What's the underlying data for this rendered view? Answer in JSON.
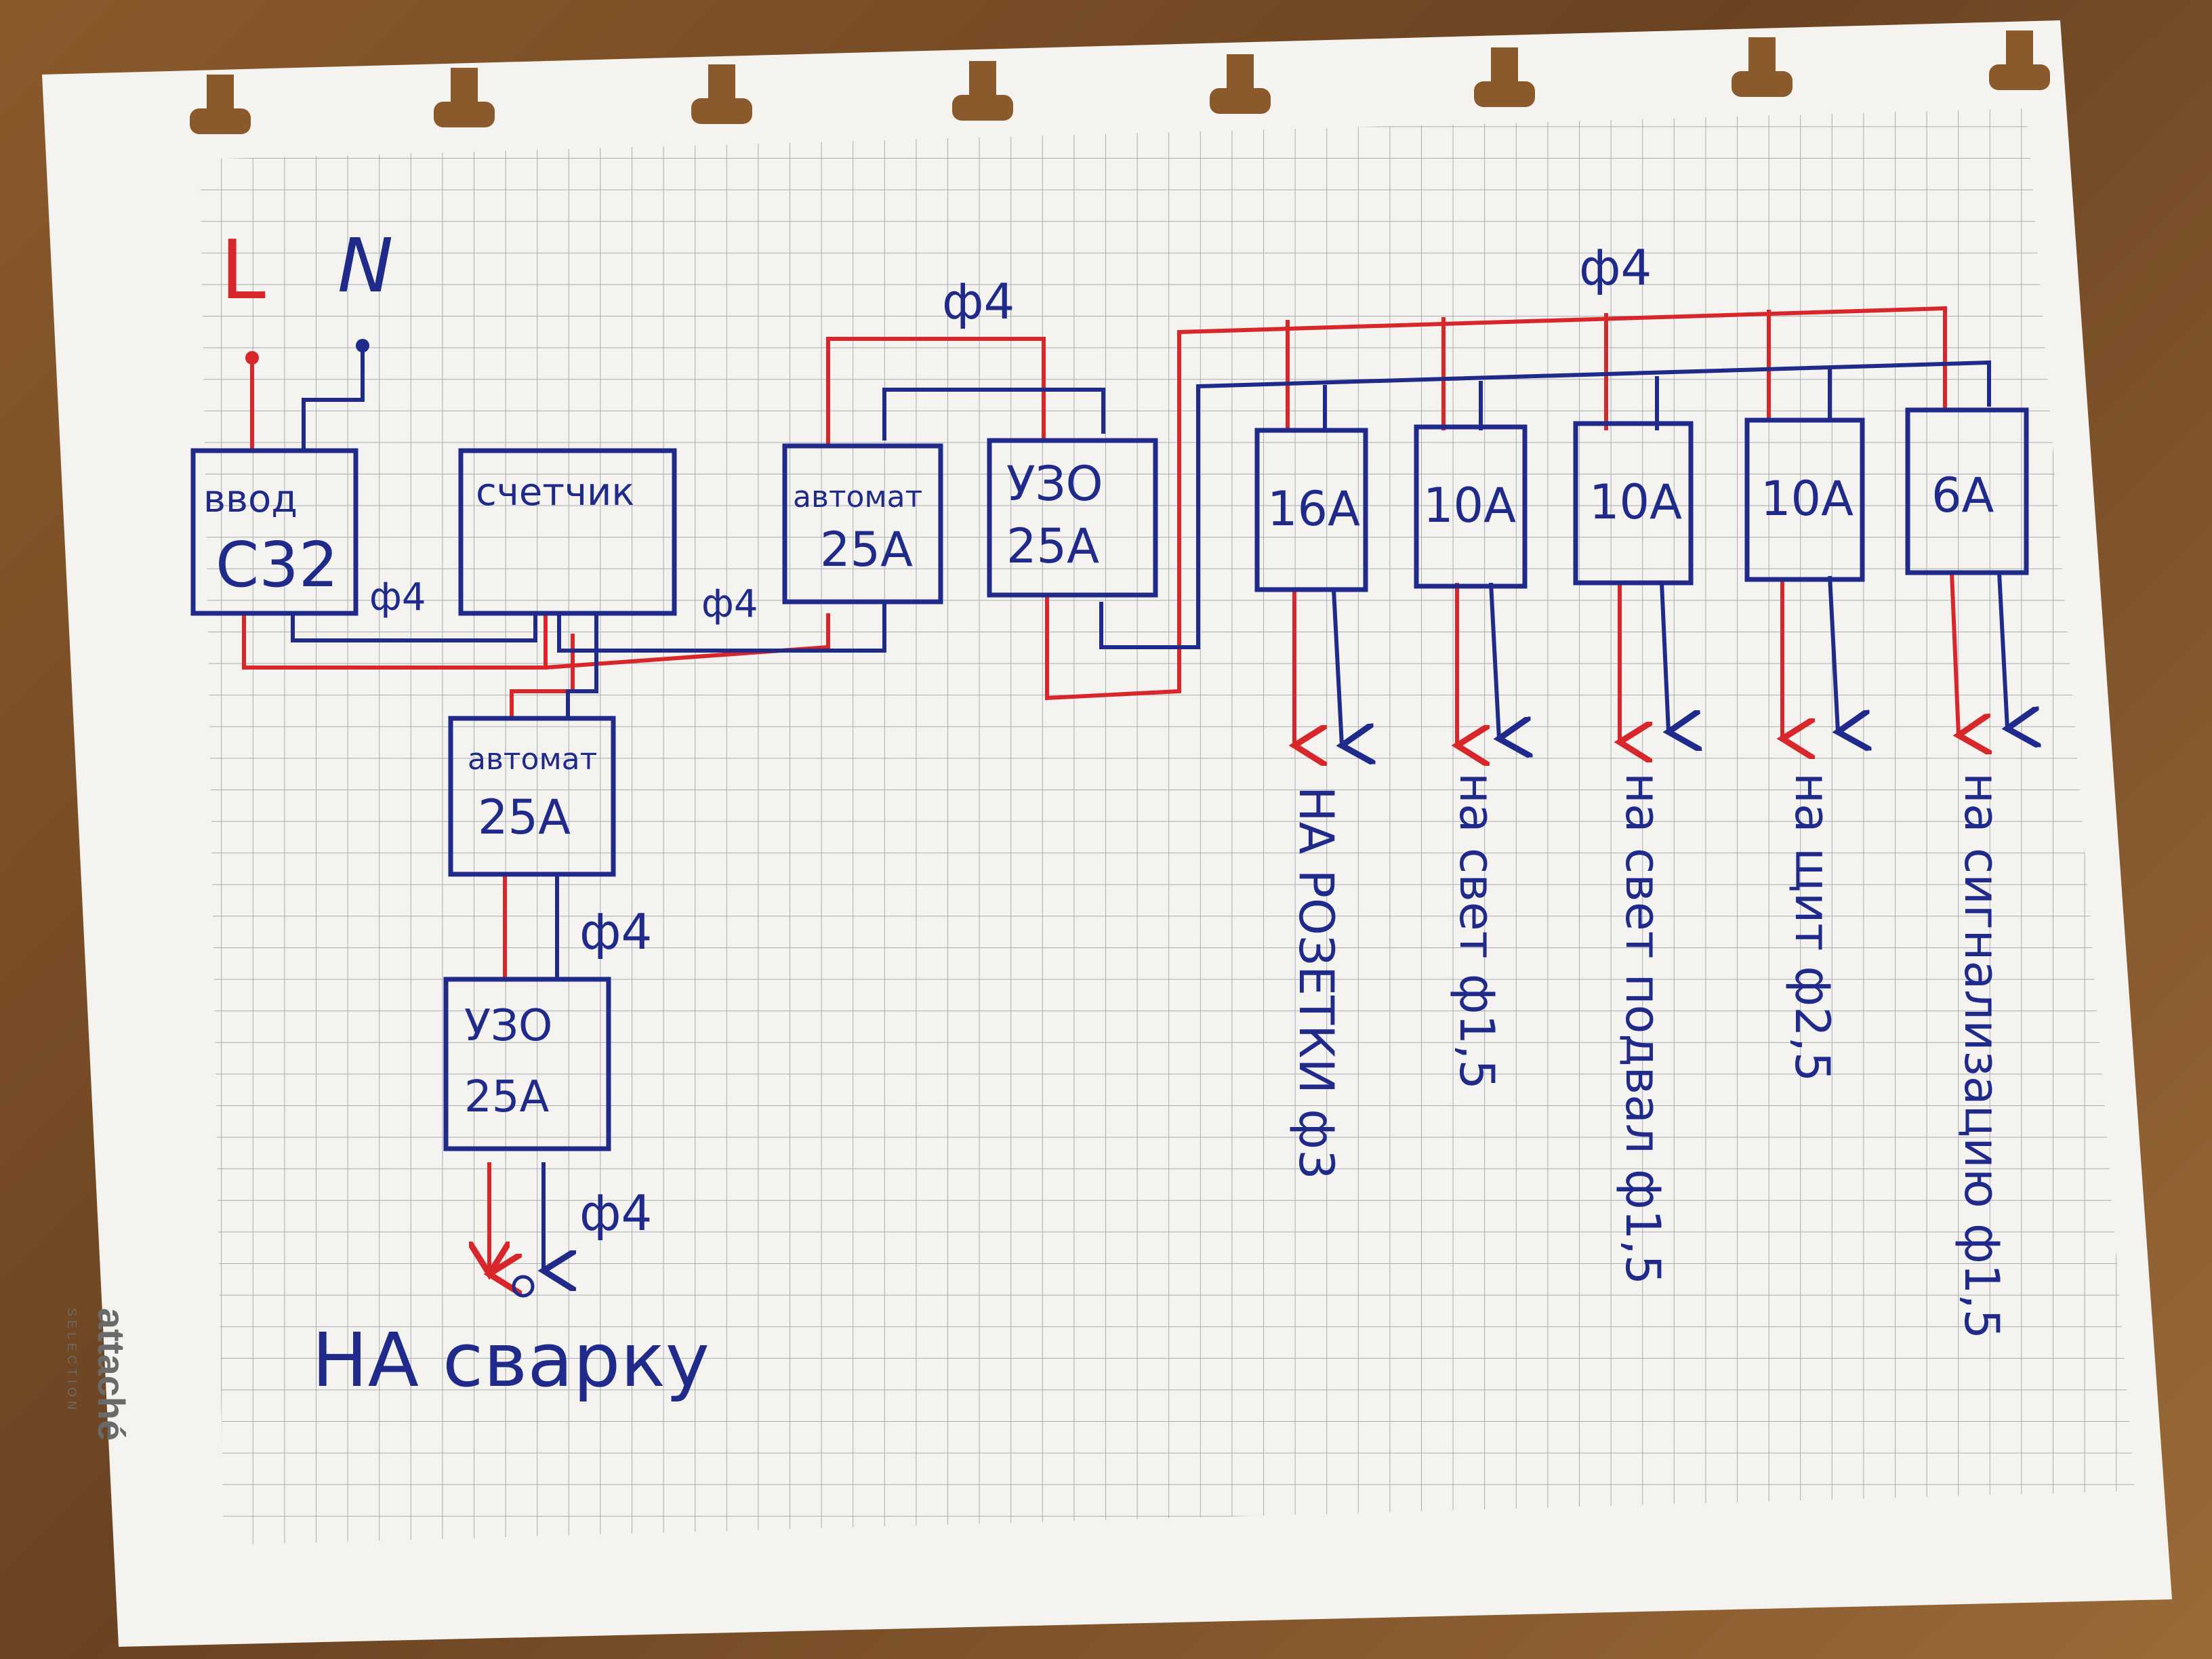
{
  "colors": {
    "phase": "#d8272b",
    "neutral": "#1f2a8a",
    "paper": "#f4f3ef",
    "grid": "#9aa0aa"
  },
  "supply": {
    "phase_label": "L",
    "neutral_label": "N"
  },
  "blocks": {
    "input": {
      "line1": "ввод",
      "line2": "C32"
    },
    "meter": {
      "line1": "счетчик"
    },
    "breaker_main": {
      "line1": "автомат",
      "line2": "25A"
    },
    "rcd_main": {
      "line1": "УЗО",
      "line2": "25A"
    },
    "breaker_weld": {
      "line1": "автомат",
      "line2": "25A"
    },
    "rcd_weld": {
      "line1": "УЗО",
      "line2": "25A"
    }
  },
  "branches": [
    {
      "rating": "16A",
      "label": "НА РОЗЕТКИ ф3"
    },
    {
      "rating": "10A",
      "label": "на свет ф1,5"
    },
    {
      "rating": "10A",
      "label": "на свет подвал ф1,5"
    },
    {
      "rating": "10A",
      "label": "на щит ф2,5"
    },
    {
      "rating": "6A",
      "label": "на сигнализацию ф1,5"
    }
  ],
  "wire_labels": {
    "input_meter": "ф4",
    "meter_breaker": "ф4",
    "top_bus_left": "ф4",
    "top_bus_right": "ф4",
    "weld_mid": "ф4",
    "weld_out": "ф4"
  },
  "welding_label": "НА сварку",
  "brand": {
    "name": "attaché",
    "sub": "SELECTION"
  }
}
